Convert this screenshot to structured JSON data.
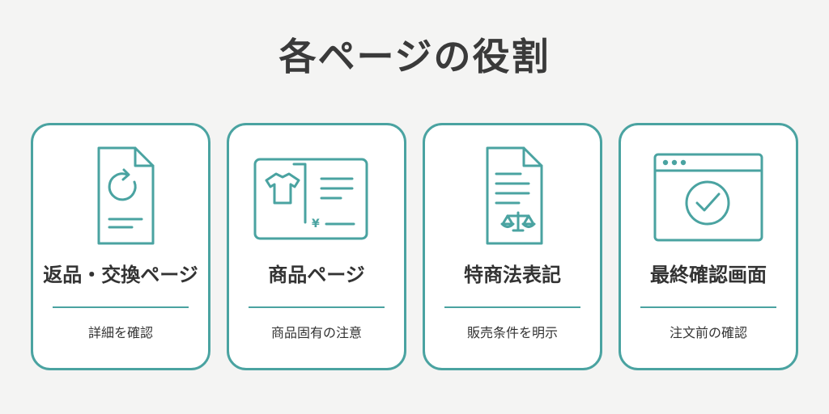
{
  "title": "各ページの役割",
  "colors": {
    "accent": "#4aa3a1",
    "background": "#f4f4f3",
    "card_background": "#ffffff",
    "text": "#333333"
  },
  "cards": [
    {
      "title": "返品・交換ページ",
      "description": "詳細を確認",
      "icon": "document-refresh-icon"
    },
    {
      "title": "商品ページ",
      "description": "商品固有の注意",
      "icon": "product-card-icon",
      "icon_text": "¥"
    },
    {
      "title": "特商法表記",
      "description": "販売条件を明示",
      "icon": "document-scale-icon"
    },
    {
      "title": "最終確認画面",
      "description": "注文前の確認",
      "icon": "browser-check-icon"
    }
  ]
}
